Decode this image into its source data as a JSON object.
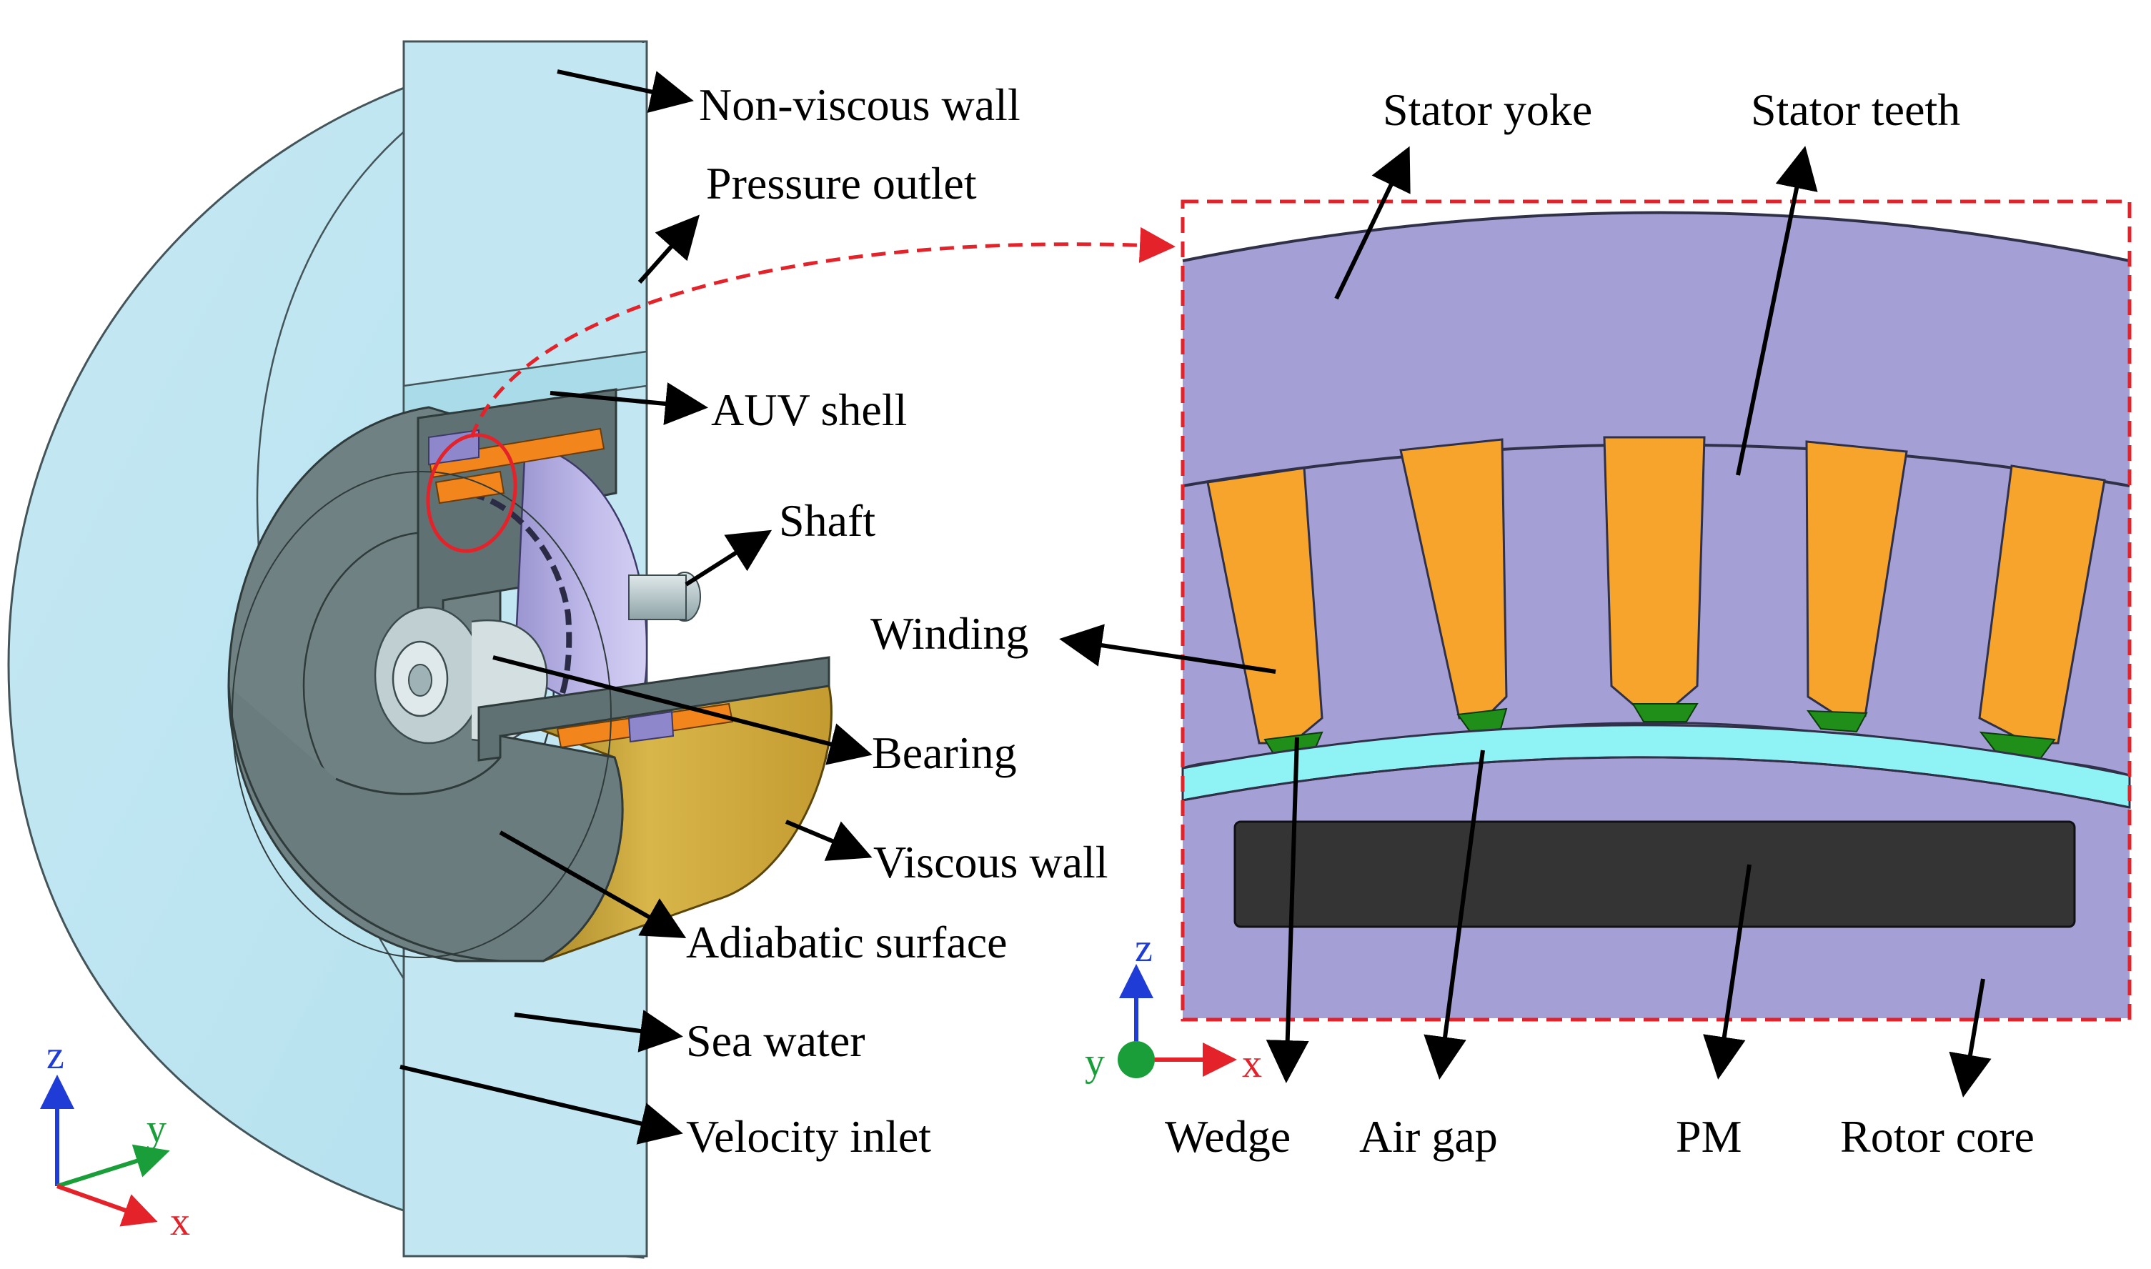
{
  "colors": {
    "sea_water": "#bfe6f2",
    "stator_rotor_core": "#a4a0d6",
    "winding": "#f7a42d",
    "wedge": "#1f8f1a",
    "air_gap": "#8ff2f4",
    "pm": "#343434",
    "viscous_wall": "#c8a33a",
    "adiabatic_surface": "#67797b",
    "detail_frame": "#e3222a",
    "arrow": "#000000",
    "axis_x": "#e3222a",
    "axis_y": "#1a9e3a",
    "axis_z": "#1f3dd6"
  },
  "left_labels": {
    "non_viscous_wall": "Non-viscous wall",
    "pressure_outlet": "Pressure outlet",
    "auv_shell": "AUV shell",
    "shaft": "Shaft",
    "bearing": "Bearing",
    "viscous_wall": "Viscous wall",
    "adiabatic_surface": "Adiabatic surface",
    "sea_water": "Sea water",
    "velocity_inlet": "Velocity inlet"
  },
  "right_labels": {
    "stator_yoke": "Stator yoke",
    "stator_teeth": "Stator teeth",
    "winding": "Winding",
    "wedge": "Wedge",
    "air_gap": "Air gap",
    "pm": "PM",
    "rotor_core": "Rotor core"
  },
  "axes_3d": {
    "x": "x",
    "y": "y",
    "z": "z"
  },
  "axes_2d": {
    "x": "x",
    "y": "y",
    "z": "z"
  }
}
